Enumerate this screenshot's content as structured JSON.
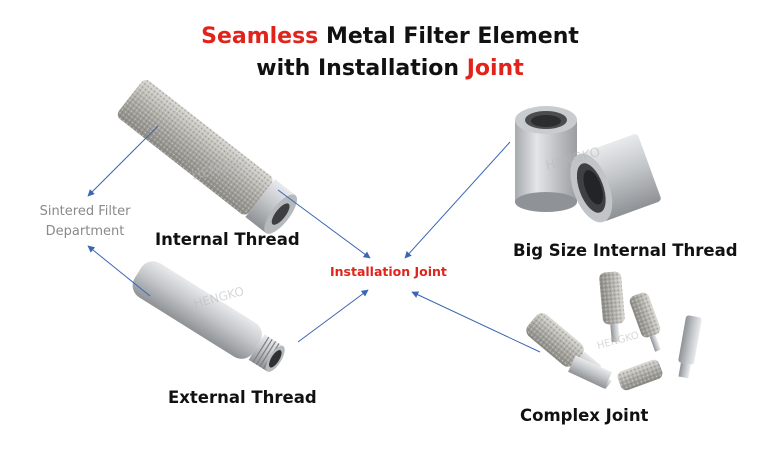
{
  "title": {
    "line1_highlight": "Seamless",
    "line1_rest": " Metal Filter Element",
    "line2_rest": "with Installation ",
    "line2_highlight": "Joint"
  },
  "center_label": "Installation Joint",
  "department_label": "Sintered Filter Department",
  "items": {
    "internal": "Internal Thread",
    "external": "External Thread",
    "big_size": "Big Size Internal Thread",
    "complex": "Complex Joint"
  },
  "watermark": "HENGKO",
  "colors": {
    "accent_red": "#e0241b",
    "arrow_blue": "#3a66b4",
    "steel": "#b9bcbf",
    "sintered": "#a9a7a2"
  }
}
